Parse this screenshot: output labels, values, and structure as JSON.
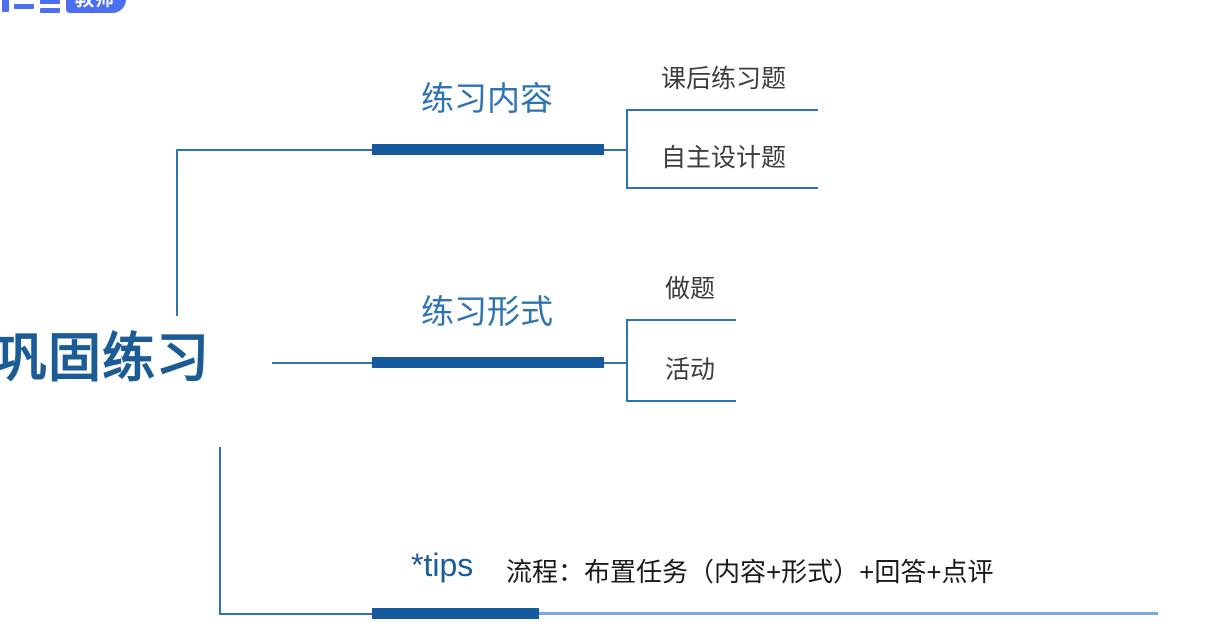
{
  "logo": {
    "badge_text": "教师",
    "mark_name": "brand-logo-mark"
  },
  "mindmap": {
    "root": {
      "label": "巩固练习"
    },
    "branches": [
      {
        "label": "练习内容",
        "children": [
          {
            "label": "课后练习题"
          },
          {
            "label": "自主设计题"
          }
        ]
      },
      {
        "label": "练习形式",
        "children": [
          {
            "label": "做题"
          },
          {
            "label": "活动"
          }
        ]
      }
    ],
    "tips": {
      "label": "*tips",
      "text": "流程：布置任务（内容+形式）+回答+点评"
    }
  },
  "colors": {
    "root_text": "#1B5C97",
    "branch_text": "#2E74B5",
    "leaf_text": "#3C3C3C",
    "bold_bar": "#16599C",
    "thin_line": "#2E74B5",
    "light_line": "#7BA7DC",
    "badge_bg": "#4C6EF0",
    "background": "#FFFFFF"
  }
}
